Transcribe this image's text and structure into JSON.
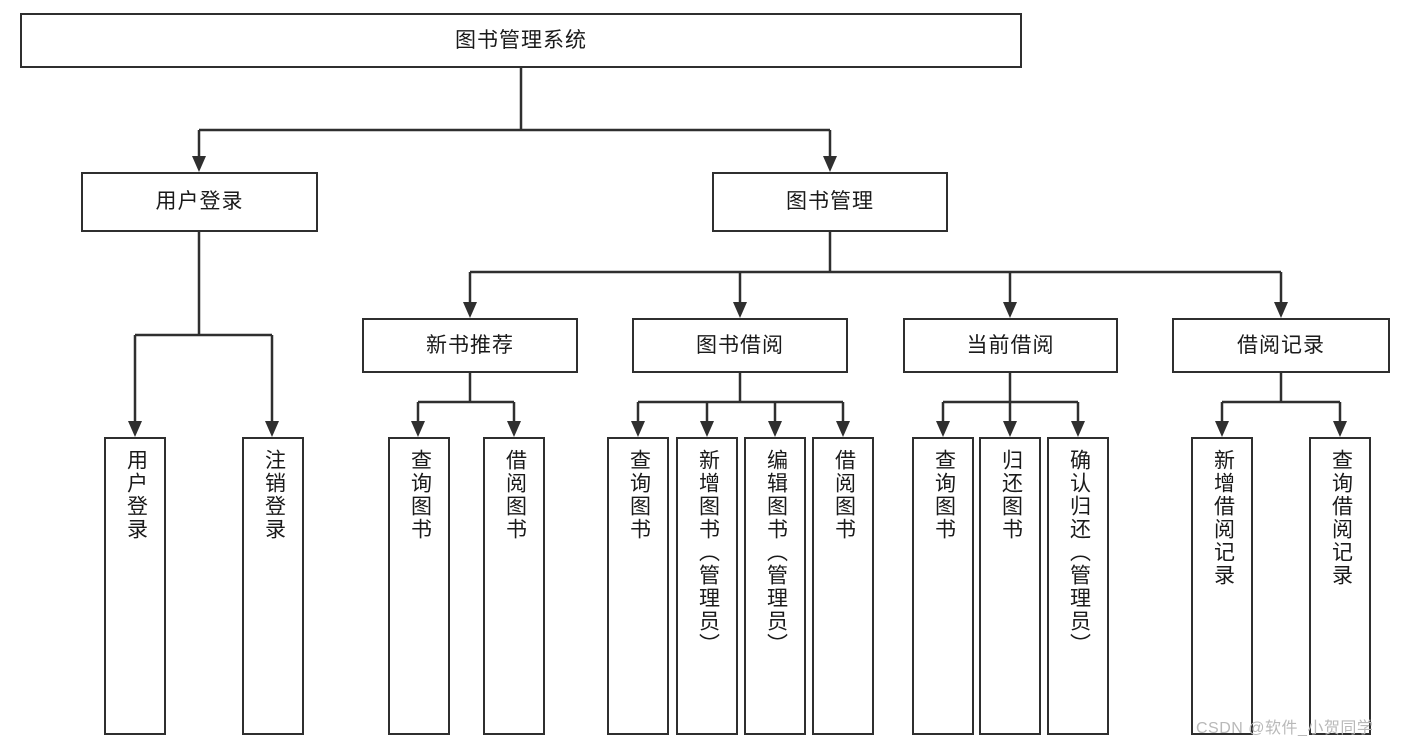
{
  "diagram": {
    "type": "tree-hierarchy-chart",
    "title": "图书管理系统",
    "stroke_color": "#2f2f2f",
    "background_color": "#ffffff",
    "text_color": "#1a1a1a"
  },
  "root": {
    "label": "图书管理系统"
  },
  "level1": [
    {
      "label": "用户登录"
    },
    {
      "label": "图书管理"
    }
  ],
  "level2": [
    {
      "label": "新书推荐"
    },
    {
      "label": "图书借阅"
    },
    {
      "label": "当前借阅"
    },
    {
      "label": "借阅记录"
    }
  ],
  "leaves": {
    "user_login": [
      {
        "label": "用户登录"
      },
      {
        "label": "注销登录"
      }
    ],
    "new_book_recommend": [
      {
        "label": "查询图书"
      },
      {
        "label": "借阅图书"
      }
    ],
    "book_borrow": [
      {
        "label": "查询图书"
      },
      {
        "label": "新增图书（管理员）"
      },
      {
        "label": "编辑图书（管理员）"
      },
      {
        "label": "借阅图书"
      }
    ],
    "current_borrow": [
      {
        "label": "查询图书"
      },
      {
        "label": "归还图书"
      },
      {
        "label": "确认归还（管理员）"
      }
    ],
    "borrow_record": [
      {
        "label": "新增借阅记录"
      },
      {
        "label": "查询借阅记录"
      }
    ]
  },
  "watermark": {
    "text": "CSDN @软件_小贺同学"
  }
}
